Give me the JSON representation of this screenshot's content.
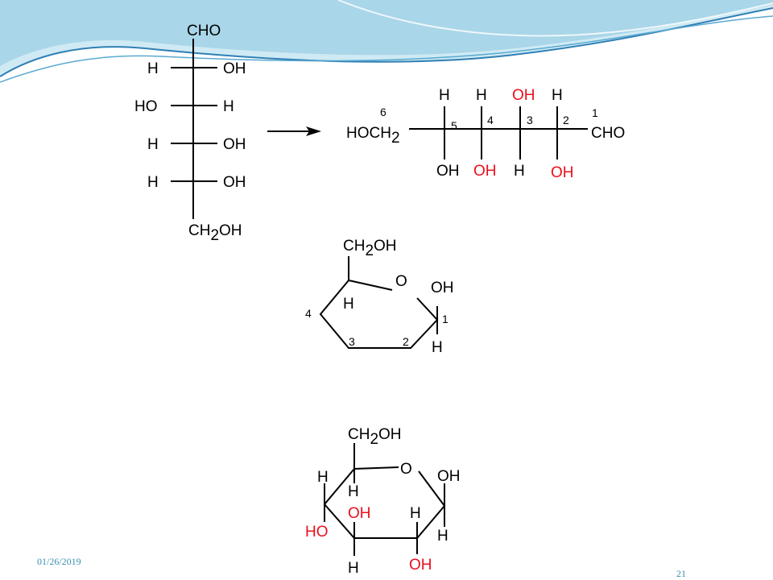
{
  "fischer": {
    "top": "CHO",
    "rows": [
      {
        "left": "H",
        "right": "OH"
      },
      {
        "left": "HO",
        "right": "H"
      },
      {
        "left": "H",
        "right": "OH"
      },
      {
        "left": "H",
        "right": "OH"
      }
    ],
    "bottom_pre": "CH",
    "bottom_sub": "2",
    "bottom_post": "OH"
  },
  "zigzag": {
    "left_pre": "HOCH",
    "left_sub": "2",
    "right": "CHO",
    "numbers": [
      "6",
      "5",
      "4",
      "3",
      "2",
      "1"
    ],
    "top": [
      "H",
      "H",
      "OH",
      "H"
    ],
    "bottom": [
      "OH",
      "OH",
      "H",
      "OH"
    ]
  },
  "ring1": {
    "ch2oh_pre": "CH",
    "ch2oh_sub": "2",
    "ch2oh_post": "OH",
    "o": "O",
    "oh": "OH",
    "h_c5": "H",
    "h_c1": "H",
    "numbers": [
      "4",
      "3",
      "2",
      "1"
    ]
  },
  "ring2": {
    "ch2oh_pre": "CH",
    "ch2oh_sub": "2",
    "ch2oh_post": "OH",
    "o": "O",
    "oh_c1": "OH",
    "h_c1": "H",
    "h_c5": "H",
    "h_c4": "H",
    "ho_c4": "HO",
    "oh_c3": "OH",
    "h_c3": "H",
    "h_c2": "H",
    "oh_c2": "OH"
  },
  "footer": {
    "date": "01/26/2019",
    "page": "21"
  },
  "colors": {
    "highlight": "#e8101c",
    "wave_dark": "#2f7fb4",
    "wave_light": "#a9d6e8"
  }
}
